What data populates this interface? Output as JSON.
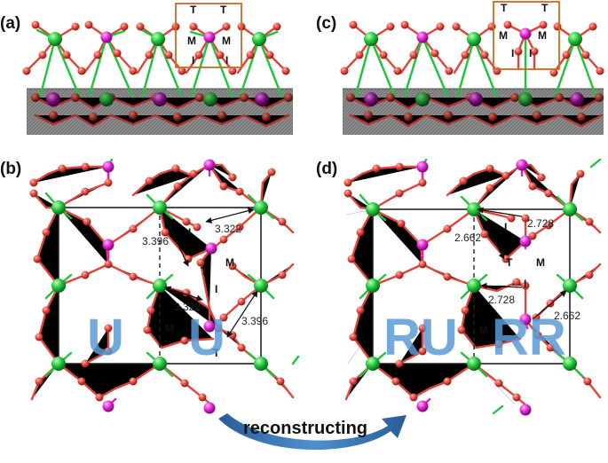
{
  "panels": {
    "a": "(a)",
    "b": "(b)",
    "c": "(c)",
    "d": "(d)"
  },
  "site_labels": {
    "top": "T",
    "middle": "M",
    "inner": "I"
  },
  "distances_b": {
    "d1": "3.396",
    "d2": "3.322",
    "d3": "3.322",
    "d4": "3.396"
  },
  "distances_d": {
    "d1": "2.662",
    "d2": "2.728",
    "d3": "2.728",
    "d4": "2.662"
  },
  "config_labels": {
    "b_left": "U",
    "b_right": "U",
    "d_left": "RU",
    "d_right": "RR"
  },
  "arrow_label": "reconstructing",
  "colors": {
    "oxygen": "#e0453b",
    "metal_green": "#1fc43a",
    "metal_magenta": "#e020d0",
    "sub_purple": "#7a107a",
    "substrate": "#8a8a8a",
    "highlight_box": "#d2691e",
    "label_blue": "#5b9bd5",
    "arrow_blue": "#3f78b5"
  }
}
